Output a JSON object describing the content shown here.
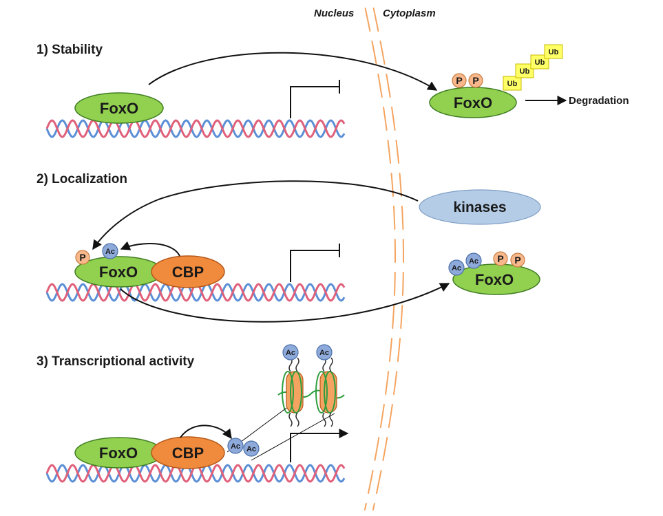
{
  "compartments": {
    "nucleus": "Nucleus",
    "cytoplasm": "Cytoplasm"
  },
  "sections": [
    {
      "heading": "1) Stability"
    },
    {
      "heading": "2) Localization"
    },
    {
      "heading": "3) Transcriptional activity"
    }
  ],
  "labels": {
    "foxo": "FoxO",
    "cbp": "CBP",
    "kinases": "kinases",
    "degradation": "Degradation",
    "phospho": "P",
    "acetyl": "Ac",
    "ubiquitin": "Ub"
  },
  "colors": {
    "foxo_fill": "#92d050",
    "cbp_fill": "#f08a3c",
    "kinases_fill": "#b4cce6",
    "ac_fill": "#8eaadb",
    "p_fill": "#f8b88b",
    "ub_fill": "#ffff66",
    "membrane": "#f4a460",
    "dna_pink": "#e0607a",
    "dna_blue": "#5b8fd6",
    "nucleosome": "#f4a460",
    "dna_green": "#2e9e3e"
  }
}
